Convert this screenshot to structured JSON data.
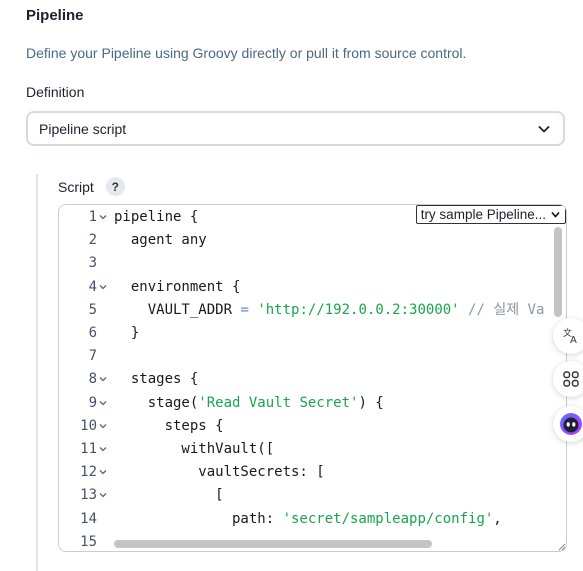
{
  "section": {
    "title": "Pipeline",
    "description": "Define your Pipeline using Groovy directly or pull it from source control."
  },
  "definition": {
    "label": "Definition",
    "selected": "Pipeline script"
  },
  "script": {
    "label": "Script",
    "help": "?",
    "sample_select": "try sample Pipeline...",
    "lines": [
      {
        "n": "1",
        "fold": true
      },
      {
        "n": "2",
        "fold": false
      },
      {
        "n": "3",
        "fold": false
      },
      {
        "n": "4",
        "fold": true
      },
      {
        "n": "5",
        "fold": false
      },
      {
        "n": "6",
        "fold": false
      },
      {
        "n": "7",
        "fold": false
      },
      {
        "n": "8",
        "fold": true
      },
      {
        "n": "9",
        "fold": true
      },
      {
        "n": "10",
        "fold": true
      },
      {
        "n": "11",
        "fold": true
      },
      {
        "n": "12",
        "fold": true
      },
      {
        "n": "13",
        "fold": true
      },
      {
        "n": "14",
        "fold": false
      },
      {
        "n": "15",
        "fold": false
      }
    ],
    "code": {
      "l1": "pipeline {",
      "l2": "  agent any",
      "l4": "  environment {",
      "l5_a": "    VAULT_ADDR ",
      "l5_op": "=",
      "l5_str": "'http://192.0.0.2:30000'",
      "l5_com": "// 실제 Va",
      "l6": "  }",
      "l8": "  stages {",
      "l9_a": "    stage(",
      "l9_str": "'Read Vault Secret'",
      "l9_b": ") {",
      "l10": "      steps {",
      "l11": "        withVault([",
      "l12": "          vaultSecrets: [",
      "l13": "            [",
      "l14_a": "              path: ",
      "l14_str": "'secret/sampleapp/config'",
      "l14_b": ","
    }
  },
  "float_buttons": [
    "translate-icon",
    "apps-icon",
    "assistant-icon"
  ]
}
